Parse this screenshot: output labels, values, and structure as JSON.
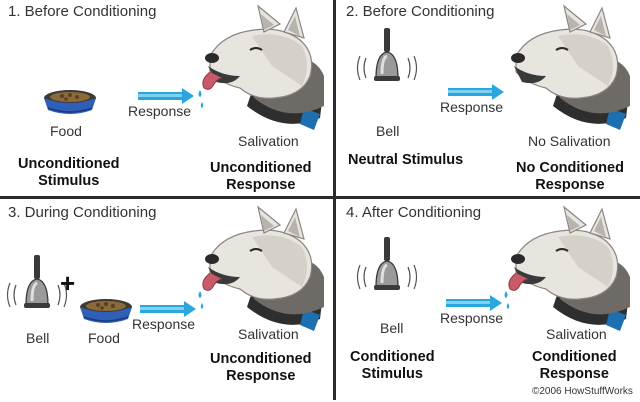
{
  "panels": [
    {
      "title": "1. Before Conditioning",
      "arrow_label": "Response",
      "item_label": "Food",
      "dog_label": "Salivation",
      "stimulus": "Unconditioned\nStimulus",
      "response": "Unconditioned\nResponse"
    },
    {
      "title": "2. Before Conditioning",
      "arrow_label": "Response",
      "item_label": "Bell",
      "dog_label": "No Salivation",
      "stimulus": "Neutral Stimulus",
      "response": "No Conditioned\nResponse"
    },
    {
      "title": "3. During Conditioning",
      "arrow_label": "Response",
      "plus": "+",
      "bell_label": "Bell",
      "food_label": "Food",
      "dog_label": "Salivation",
      "response": "Unconditioned\nResponse"
    },
    {
      "title": "4. After Conditioning",
      "arrow_label": "Response",
      "item_label": "Bell",
      "dog_label": "Salivation",
      "stimulus": "Conditioned\nStimulus",
      "response": "Conditioned\nResponse"
    }
  ],
  "copyright": "©2006 HowStuffWorks",
  "colors": {
    "arrow": "#2aa6df",
    "bowl": "#2f5fb8",
    "collar": "#1e6fb0",
    "dog_face": "#e8e4de",
    "dog_dark": "#6e6a66",
    "tongue": "#c85a6a"
  }
}
